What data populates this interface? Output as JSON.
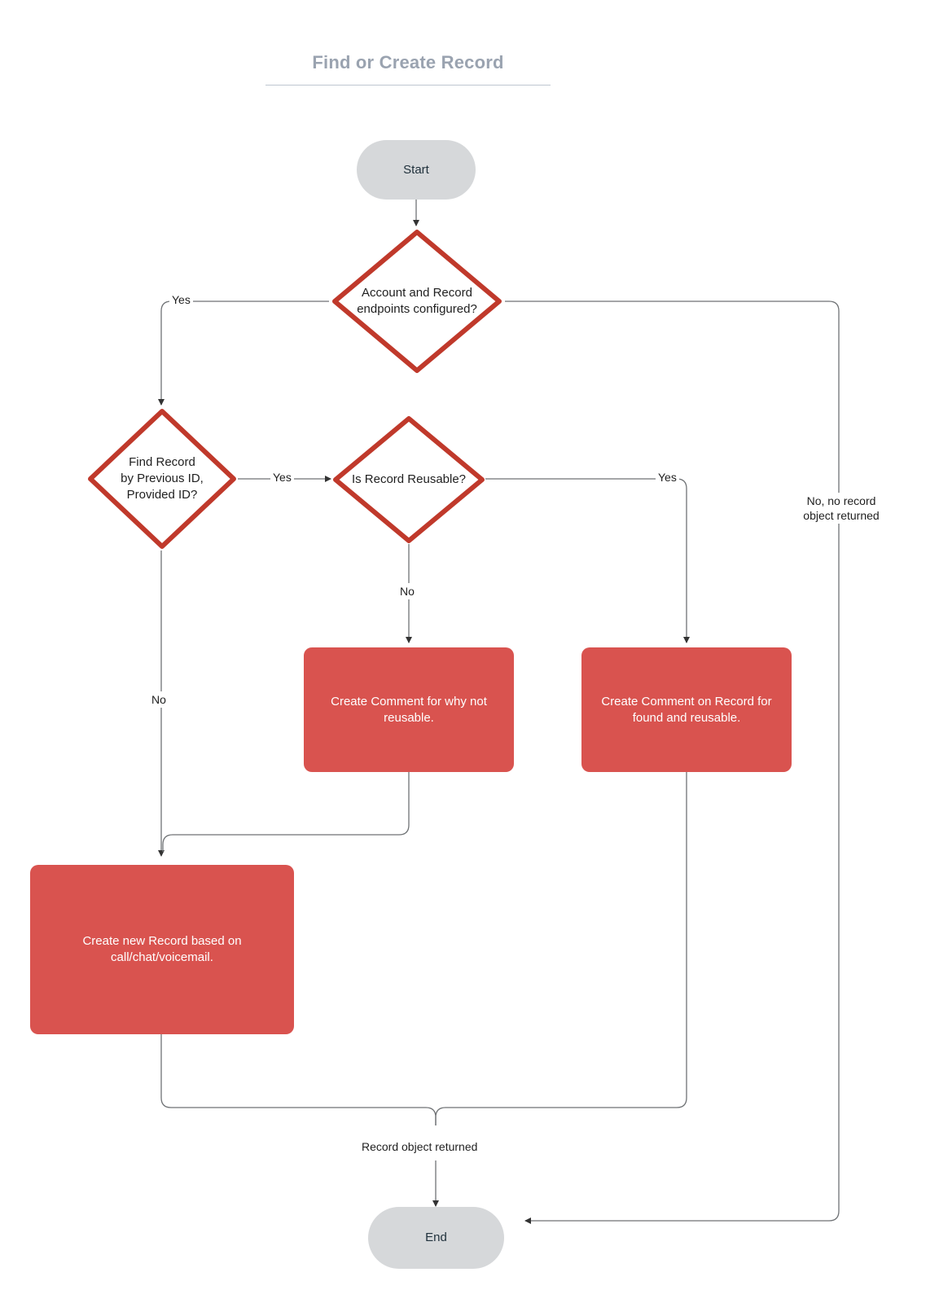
{
  "diagram": {
    "title": "Find or Create Record",
    "colors": {
      "decision_border": "#c0392b",
      "process_fill": "#d9534f",
      "terminator_fill": "#d6d8da",
      "edge_stroke": "#666666",
      "title_color": "#9aa3b0"
    },
    "nodes": [
      {
        "id": "start",
        "type": "terminator",
        "label": "Start"
      },
      {
        "id": "endpoints",
        "type": "decision",
        "label": "Account and Record\nendpoints configured?"
      },
      {
        "id": "find-record",
        "type": "decision",
        "label": "Find Record\nby Previous ID,\nProvided ID?"
      },
      {
        "id": "reusable",
        "type": "decision",
        "label": "Is Record Reusable?"
      },
      {
        "id": "comment-why-not",
        "type": "process",
        "label": "Create Comment for why not reusable."
      },
      {
        "id": "comment-found",
        "type": "process",
        "label": "Create Comment on Record for found and reusable."
      },
      {
        "id": "create-new",
        "type": "process",
        "label": "Create new Record based on call/chat/voicemail."
      },
      {
        "id": "end",
        "type": "terminator",
        "label": "End"
      }
    ],
    "edge_labels": [
      {
        "id": "endpoints-yes",
        "text": "Yes"
      },
      {
        "id": "endpoints-no",
        "text": "No, no record\nobject returned"
      },
      {
        "id": "find-yes",
        "text": "Yes"
      },
      {
        "id": "find-no",
        "text": "No"
      },
      {
        "id": "reusable-yes",
        "text": "Yes"
      },
      {
        "id": "reusable-no",
        "text": "No"
      },
      {
        "id": "record-returned",
        "text": "Record object returned"
      }
    ]
  }
}
